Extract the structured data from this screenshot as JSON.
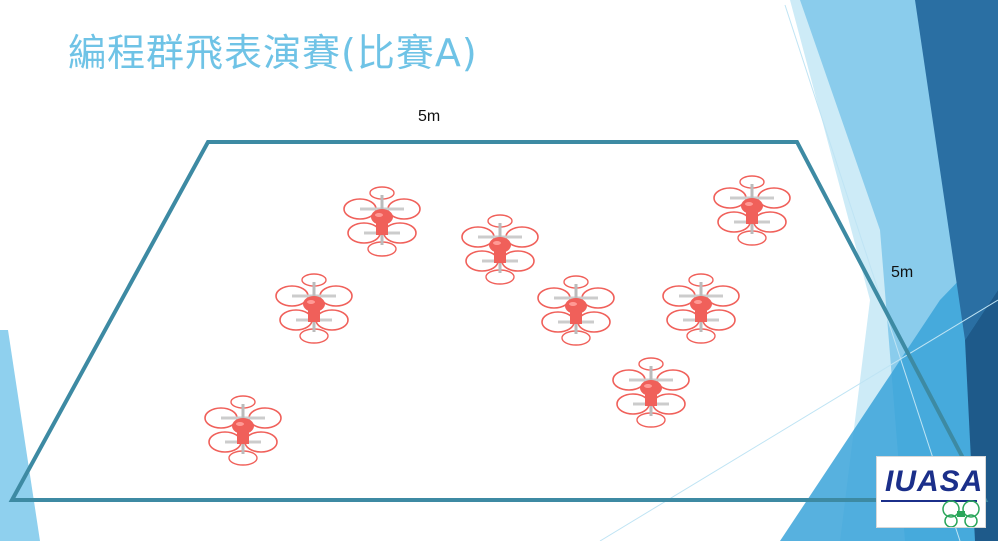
{
  "slide": {
    "title": "編程群飛表演賽(比賽A)",
    "dimension_top": "5m",
    "dimension_right": "5m"
  },
  "logo": {
    "text": "IUASA"
  },
  "colors": {
    "title": "#6fc3e6",
    "field_border": "#3d8aa3",
    "drone_body": "#f0605a",
    "accent_dark_blue": "#2a6fa3",
    "accent_mid_blue": "#4aa8d8",
    "accent_light_blue": "#9ad3ee",
    "logo_navy": "#1b2f8a"
  },
  "drones": {
    "count": 8,
    "icon": "drone-icon"
  }
}
